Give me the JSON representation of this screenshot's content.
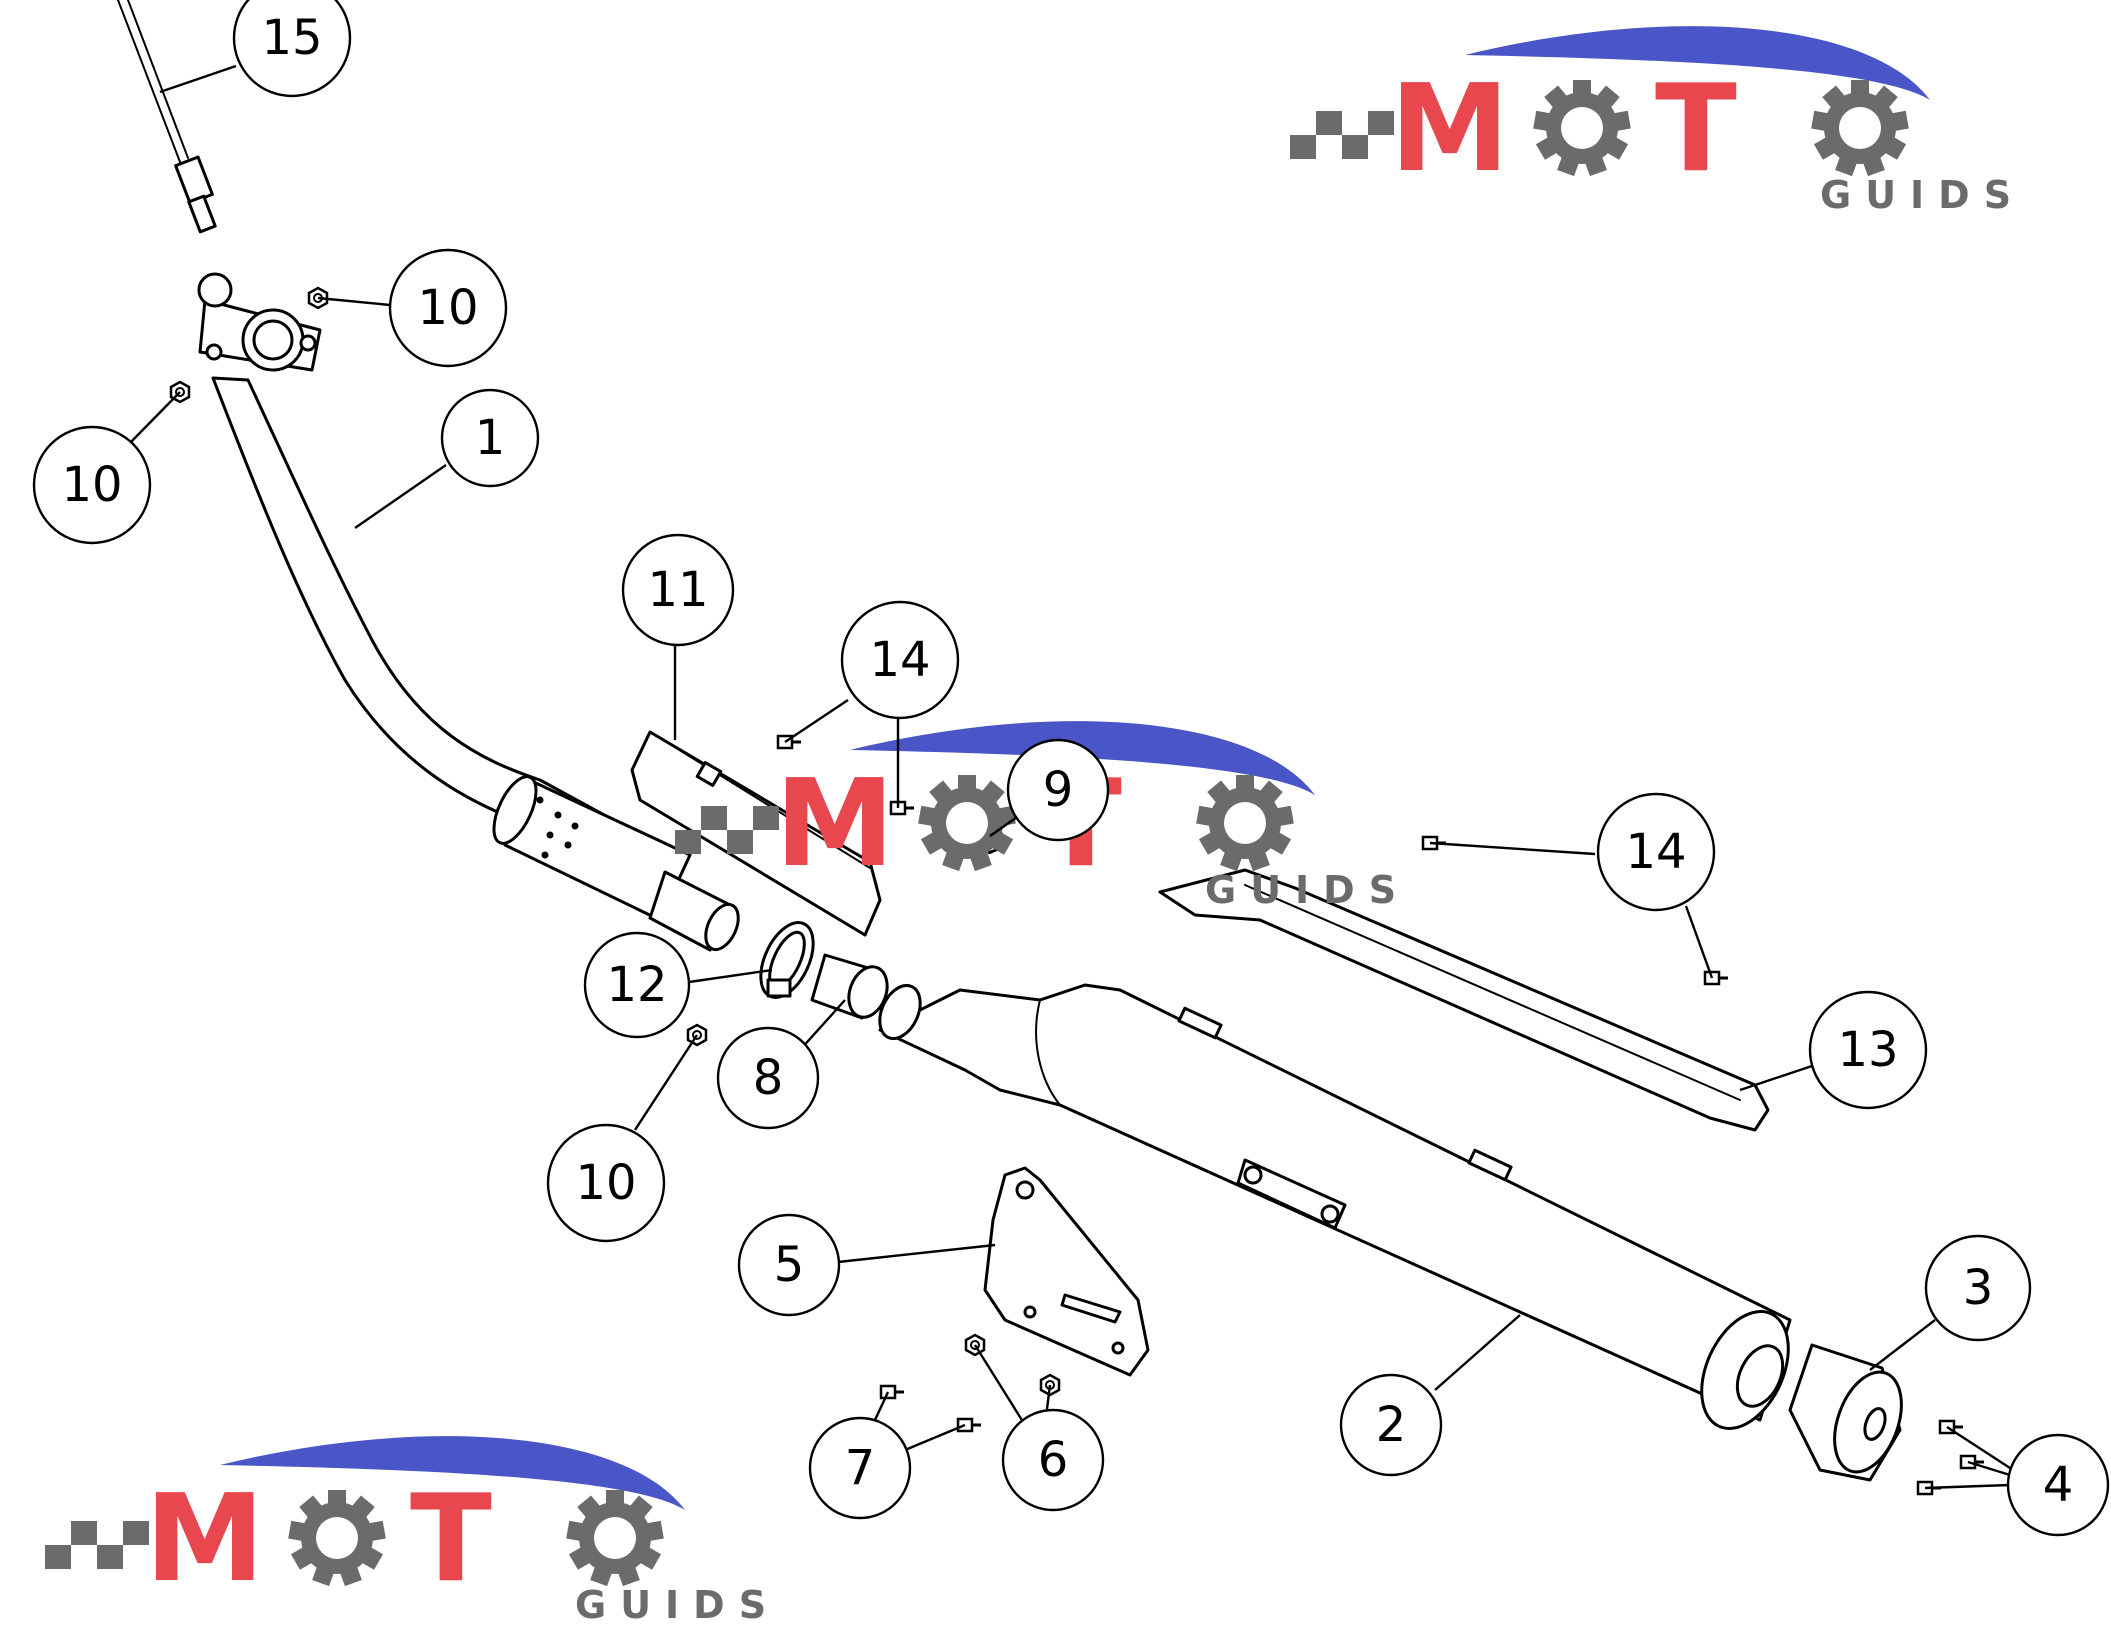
{
  "diagram": {
    "callouts": [
      {
        "id": "c15",
        "label": "15"
      },
      {
        "id": "c10a",
        "label": "10"
      },
      {
        "id": "c10b",
        "label": "10"
      },
      {
        "id": "c1",
        "label": "1"
      },
      {
        "id": "c11",
        "label": "11"
      },
      {
        "id": "c14a",
        "label": "14"
      },
      {
        "id": "c9",
        "label": "9"
      },
      {
        "id": "c14b",
        "label": "14"
      },
      {
        "id": "c12",
        "label": "12"
      },
      {
        "id": "c8",
        "label": "8"
      },
      {
        "id": "c13",
        "label": "13"
      },
      {
        "id": "c10c",
        "label": "10"
      },
      {
        "id": "c5",
        "label": "5"
      },
      {
        "id": "c3",
        "label": "3"
      },
      {
        "id": "c2",
        "label": "2"
      },
      {
        "id": "c6",
        "label": "6"
      },
      {
        "id": "c7",
        "label": "7"
      },
      {
        "id": "c4",
        "label": "4"
      }
    ]
  },
  "watermark": {
    "letters": [
      "M",
      "T"
    ],
    "subtitle": "GUIDS",
    "colors": {
      "red": "#e8474e",
      "blue": "#4a55c8",
      "grey": "#6b6b6b"
    }
  }
}
